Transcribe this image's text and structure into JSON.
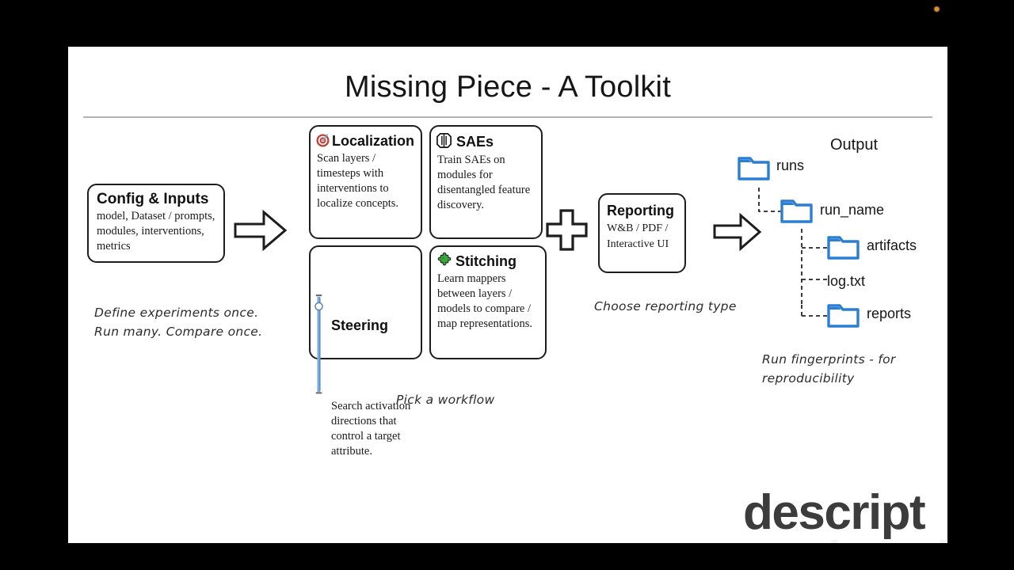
{
  "slide": {
    "title": "Missing Piece - A Toolkit",
    "watermark": "descript"
  },
  "config_box": {
    "heading": "Config & Inputs",
    "body": "model, Dataset / prompts, modules, interventions, metrics"
  },
  "workflows": [
    {
      "icon": "target-icon",
      "heading": "Localization",
      "body": "Scan layers / timesteps with interventions to localize concepts."
    },
    {
      "icon": "split-circle-icon",
      "heading": "SAEs",
      "body": "Train SAEs on modules for disentangled feature discovery."
    },
    {
      "icon": "slider-icon",
      "heading": "Steering",
      "body": "Search activation directions that control a target attribute."
    },
    {
      "icon": "puzzle-piece-icon",
      "heading": "Stitching",
      "body": "Learn mappers between layers / models to compare / map representations."
    }
  ],
  "report_box": {
    "heading": "Reporting",
    "body": "W&B / PDF / Interactive UI"
  },
  "output": {
    "label": "Output",
    "tree": [
      {
        "name": "runs",
        "type": "folder"
      },
      {
        "name": "run_name",
        "type": "folder"
      },
      {
        "name": "artifacts",
        "type": "folder"
      },
      {
        "name": "log.txt",
        "type": "file"
      },
      {
        "name": "reports",
        "type": "folder"
      }
    ]
  },
  "notes": {
    "left": "Define experiments once.\nRun many. Compare once.",
    "workflow": "Pick a workflow",
    "reporting": "Choose reporting type",
    "runs": "Run fingerprints - for\nreproducibility"
  },
  "colors": {
    "folder_blue": "#2A7FD4",
    "folder_blue_dark": "#1F6FC0",
    "outline": "#1d1d1d",
    "rule": "#b4b4b4",
    "accent_dot": "#d9903c"
  }
}
